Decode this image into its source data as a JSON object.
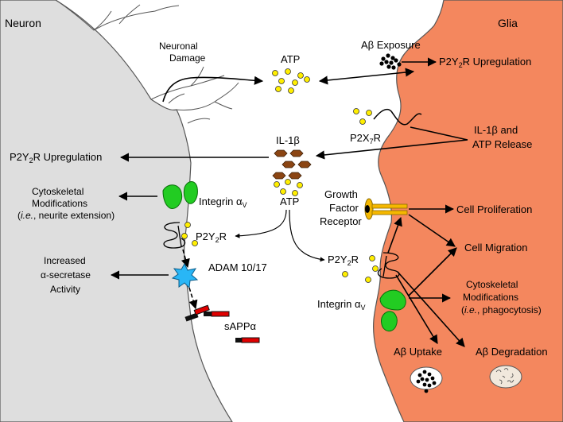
{
  "neuron": {
    "title": "Neuron",
    "color": "#dedede"
  },
  "glia": {
    "title": "Glia",
    "color": "#f4875e"
  },
  "labels": {
    "neuronal_damage_1": "Neuronal",
    "neuronal_damage_2": "Damage",
    "atp_top": "ATP",
    "abeta_exposure": "Aβ Exposure",
    "p2y2r_upregulation_glia": "P2Y",
    "p2y2r_upregulation_glia_sub": "2",
    "p2y2r_upregulation_glia_end": "R Upregulation",
    "p2x7r": "P2X",
    "p2x7r_sub": "7",
    "p2x7r_end": "R",
    "il1b_release_1": "IL-1β and",
    "il1b_release_2": "ATP Release",
    "il1b": "IL-1β",
    "atp_mid": "ATP",
    "p2y2r_upregulation_neuron": "P2Y",
    "p2y2r_upregulation_neuron_sub": "2",
    "p2y2r_upregulation_neuron_end": "R Upregulation",
    "cyto_neuron_1": "Cytoskeletal",
    "cyto_neuron_2": "Modifications",
    "cyto_neuron_3_open": "(",
    "cyto_neuron_3_ie": "i.e.",
    "cyto_neuron_3_rest": ", neurite extension)",
    "integrin_neuron": "Integrin α",
    "integrin_neuron_sub": "V",
    "p2y2r_neuron": "P2Y",
    "p2y2r_neuron_sub": "2",
    "p2y2r_neuron_end": "R",
    "adam": "ADAM 10/17",
    "secretase_1": "Increased",
    "secretase_2": "α-secretase",
    "secretase_3": "Activity",
    "sappa": "sAPPα",
    "growth_1": "Growth",
    "growth_2": "Factor",
    "growth_3": "Receptor",
    "cell_proliferation": "Cell Proliferation",
    "cell_migration": "Cell Migration",
    "p2y2r_glia": "P2Y",
    "p2y2r_glia_sub": "2",
    "p2y2r_glia_end": "R",
    "cyto_glia_1": "Cytoskeletal",
    "cyto_glia_2": "Modifications",
    "cyto_glia_3_open": "(",
    "cyto_glia_3_ie": "i.e.",
    "cyto_glia_3_rest": ", phagocytosis)",
    "integrin_glia": "Integrin α",
    "integrin_glia_sub": "V",
    "abeta_uptake": "Aβ Uptake",
    "abeta_degradation": "Aβ Degradation"
  },
  "colors": {
    "atp": "#ffee00",
    "il1b": "#8b4513",
    "integrin": "#22cc22",
    "growth_receptor": "#f5b800",
    "adam": "#29b6f6",
    "sappa_red": "#e00000"
  }
}
